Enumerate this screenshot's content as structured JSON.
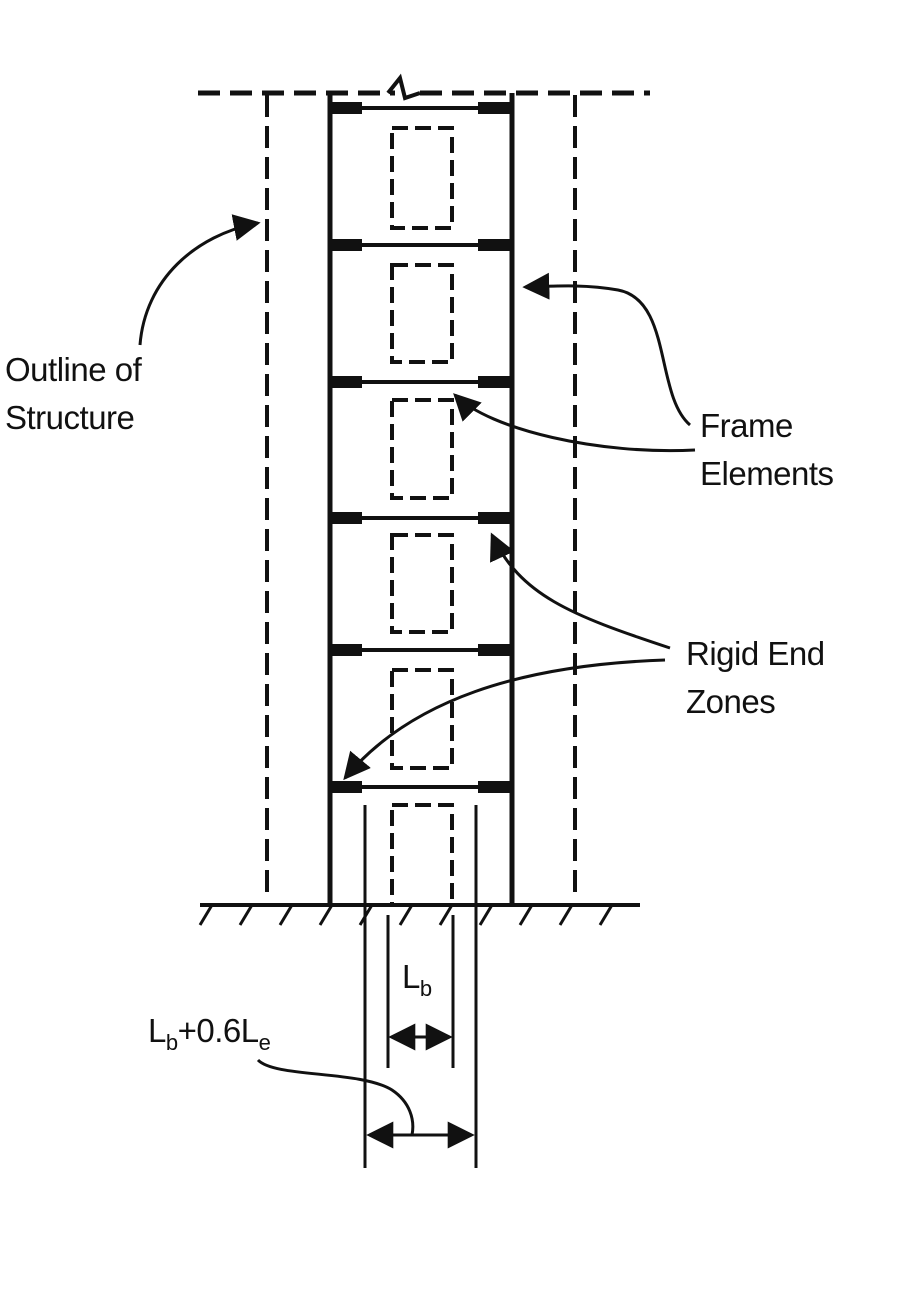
{
  "labels": {
    "outline": [
      "Outline of",
      "Structure"
    ],
    "frame": [
      "Frame",
      "Elements"
    ],
    "rigid": [
      "Rigid End",
      "Zones"
    ]
  },
  "dims": {
    "lb_main": "L",
    "lb_sub": "b",
    "combo_a": "L",
    "combo_a_sub": "b",
    "combo_mid": "+0.6L",
    "combo_b_sub": "e"
  }
}
